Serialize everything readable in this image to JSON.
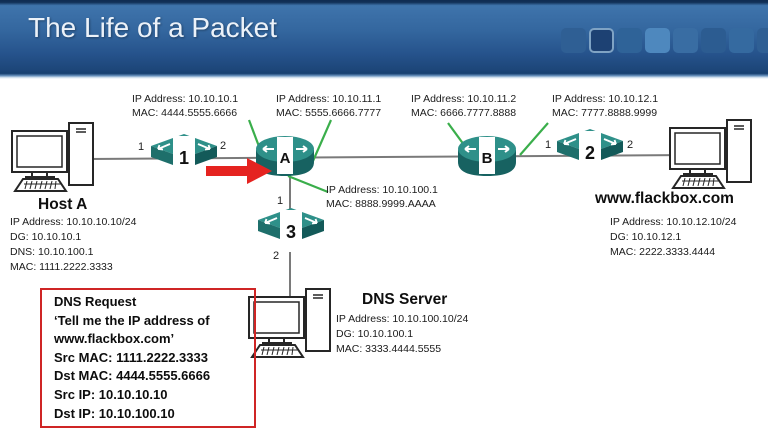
{
  "header": {
    "title": "The Life of a Packet",
    "squares": [
      "background:#2f5f94",
      "background:#1d4173;border:2px solid #7fa3c4",
      "background:#2f6398",
      "background:#4e88be",
      "background:#396da3",
      "background:#2c5c91",
      "background:#356aa0",
      "background:#2f5f94"
    ]
  },
  "colors": {
    "device_teal": "#2e9089",
    "line_gray": "#7a7a7a",
    "pointer_green": "#3aae4b",
    "arrow_red": "#e52320",
    "box_border_red": "#cf2525"
  },
  "hosts": {
    "host_a": {
      "name": "Host A",
      "details": [
        "IP Address: 10.10.10.10/24",
        "DG: 10.10.10.1",
        "DNS: 10.10.100.1",
        "MAC: 1111.2222.3333"
      ]
    },
    "web_server": {
      "name": "www.flackbox.com",
      "details": [
        "IP Address: 10.10.12.10/24",
        "DG: 10.10.12.1",
        "MAC: 2222.3333.4444"
      ]
    },
    "dns_server": {
      "name": "DNS Server",
      "details": [
        "IP Address: 10.10.100.10/24",
        "DG: 10.10.100.1",
        "MAC: 3333.4444.5555"
      ]
    }
  },
  "switches": {
    "s1": {
      "label": "1",
      "port_left": "1",
      "port_right": "2"
    },
    "s2": {
      "label": "2",
      "port_left": "1",
      "port_right": "2"
    },
    "s3": {
      "label": "3",
      "port_top": "1",
      "port_bottom": "2"
    }
  },
  "routers": {
    "a": {
      "label": "A"
    },
    "b": {
      "label": "B"
    }
  },
  "interface_labels": [
    {
      "line1": "IP Address: 10.10.10.1",
      "line2": "MAC: 4444.5555.6666"
    },
    {
      "line1": "IP Address: 10.10.11.1",
      "line2": "MAC: 5555.6666.7777"
    },
    {
      "line1": "IP Address: 10.10.11.2",
      "line2": "MAC: 6666.7777.8888"
    },
    {
      "line1": "IP Address: 10.10.12.1",
      "line2": "MAC: 7777.8888.9999"
    },
    {
      "line1": "IP Address: 10.10.100.1",
      "line2": "MAC: 8888.9999.AAAA"
    }
  ],
  "packet_box": {
    "lines": [
      "DNS Request",
      "‘Tell me the IP address of",
      "www.flackbox.com’",
      "Src MAC: 1111.2222.3333",
      "Dst MAC: 4444.5555.6666",
      "Src IP: 10.10.10.10",
      "Dst IP: 10.10.100.10"
    ]
  }
}
